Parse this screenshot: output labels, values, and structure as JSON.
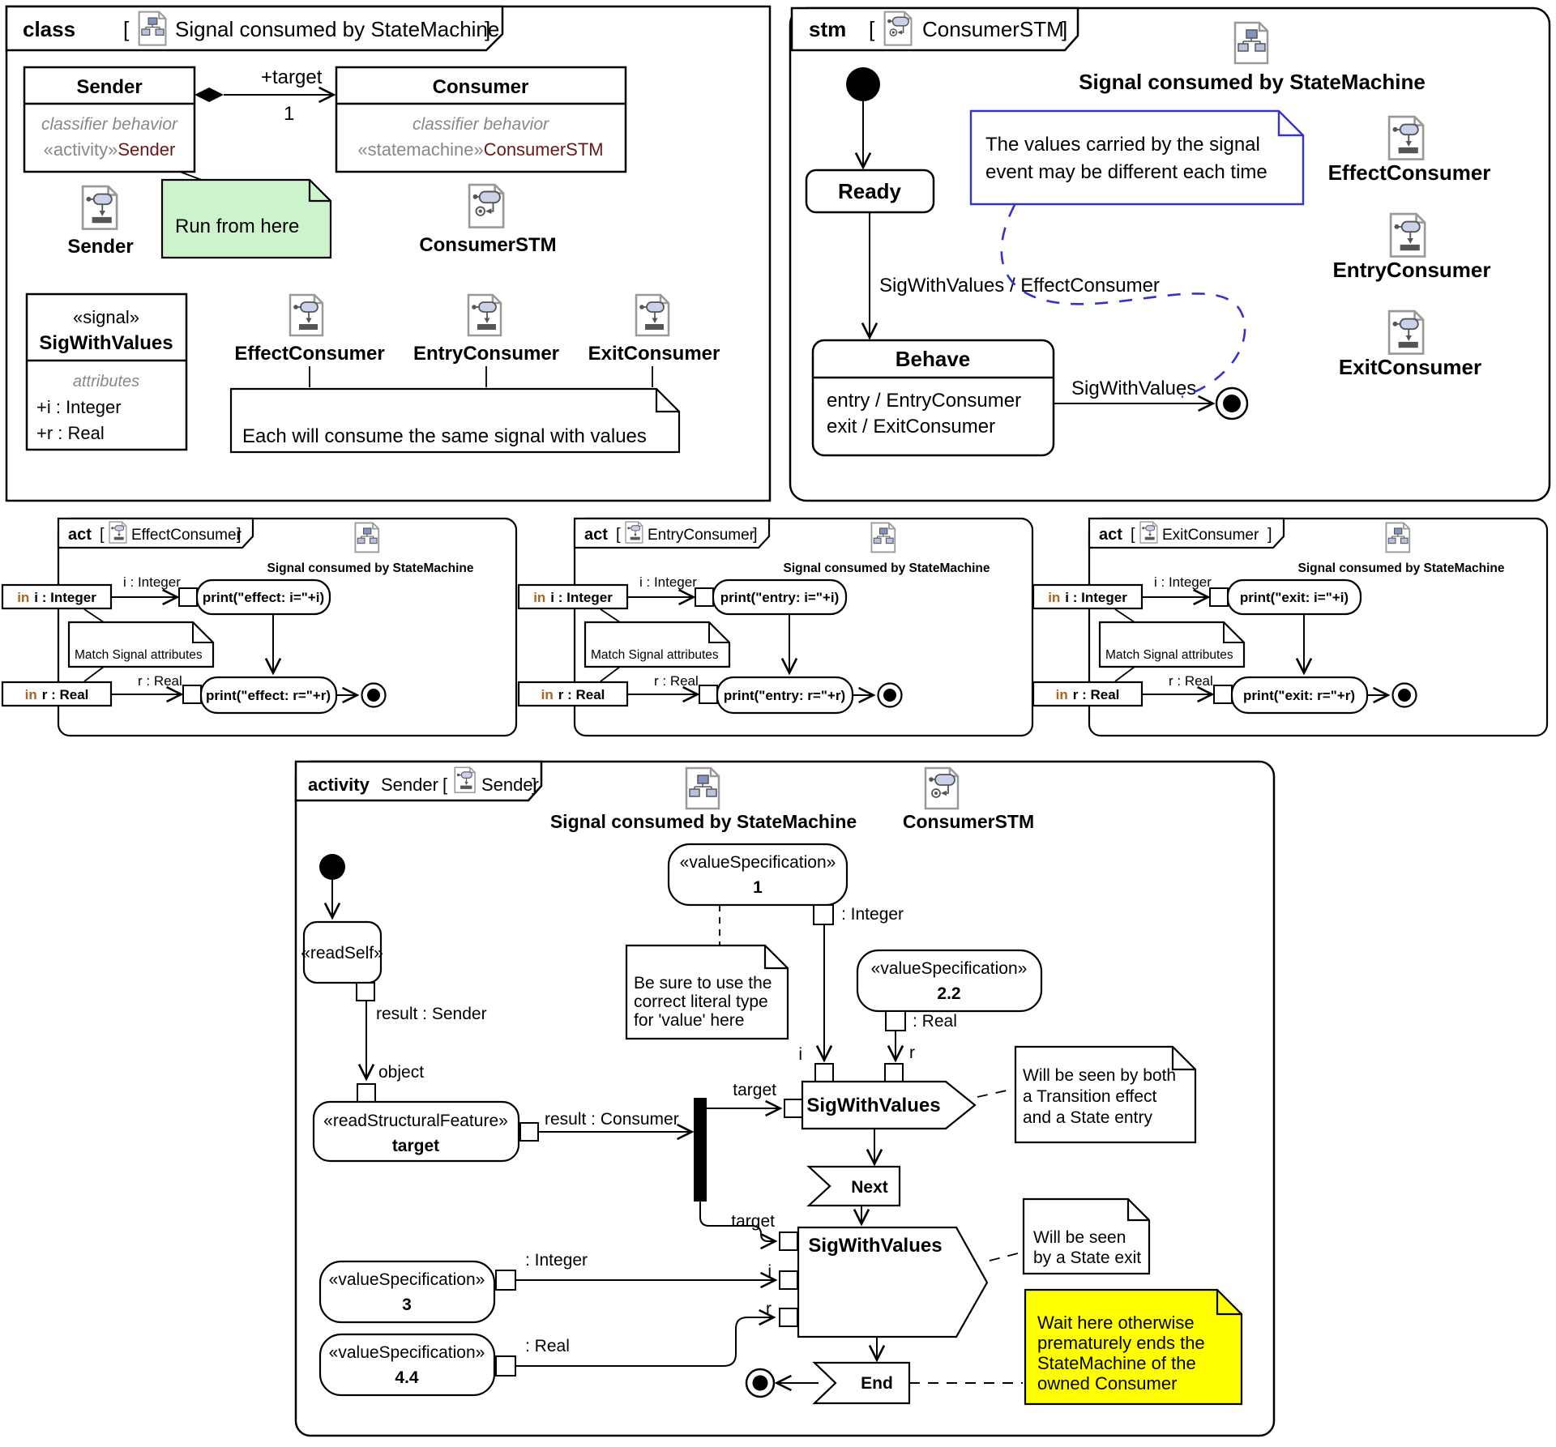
{
  "frame_syntax": {
    "open": "[",
    "close": "]"
  },
  "colors": {
    "maroon_text": "#691717",
    "gray_text": "#888888",
    "orange_keyword": "#ad6321",
    "note_green": "#ccf3cc",
    "note_yellow": "#ffff00",
    "note_blue_border": "#3333cc"
  },
  "class_diagram": {
    "kind": "class",
    "title": "Signal consumed by StateMachine",
    "sender_class": {
      "name": "Sender",
      "behavior_label": "classifier behavior",
      "stereotype": "«activity»",
      "behavior_name": "Sender"
    },
    "consumer_class": {
      "name": "Consumer",
      "behavior_label": "classifier behavior",
      "stereotype": "«statemachine»",
      "behavior_name": "ConsumerSTM"
    },
    "association": {
      "role": "+target",
      "multiplicity": "1"
    },
    "sender_artifact_label": "Sender",
    "run_note": "Run from here",
    "consumerstm_artifact_label": "ConsumerSTM",
    "signal_class": {
      "stereotype": "«signal»",
      "name": "SigWithValues",
      "compartment_label": "attributes",
      "attr_i": "+i : Integer",
      "attr_r": "+r : Real"
    },
    "artifact_labels": [
      "EffectConsumer",
      "EntryConsumer",
      "ExitConsumer"
    ],
    "consume_note": "Each will consume the same signal with values"
  },
  "stm_diagram": {
    "kind": "stm",
    "title": "ConsumerSTM",
    "package_label": "Signal consumed by StateMachine",
    "ready_state": "Ready",
    "transition_label": "SigWithValues / EffectConsumer",
    "behave_state": {
      "name": "Behave",
      "entry": "entry / EntryConsumer",
      "exit": "exit / ExitConsumer"
    },
    "final_transition_label": "SigWithValues",
    "note_line1": "The values carried by the signal",
    "note_line2": "event may be different each time",
    "artifact_labels": [
      "EffectConsumer",
      "EntryConsumer",
      "ExitConsumer"
    ]
  },
  "act_diagrams": [
    {
      "kind": "act",
      "title": "EffectConsumer",
      "package_label": "Signal consumed by StateMachine",
      "param_in": "in",
      "param_i": "i : Integer",
      "param_r": "r : Real",
      "edge_i": "i : Integer",
      "edge_r": "r : Real",
      "print_i": "print(\"effect: i=\"+i)",
      "print_r": "print(\"effect: r=\"+r)",
      "note": "Match Signal attributes"
    },
    {
      "kind": "act",
      "title": "EntryConsumer",
      "package_label": "Signal consumed by StateMachine",
      "param_in": "in",
      "param_i": "i : Integer",
      "param_r": "r : Real",
      "edge_i": "i : Integer",
      "edge_r": "r : Real",
      "print_i": "print(\"entry: i=\"+i)",
      "print_r": "print(\"entry: r=\"+r)",
      "note": "Match Signal attributes"
    },
    {
      "kind": "act",
      "title": "ExitConsumer",
      "package_label": "Signal consumed by StateMachine",
      "param_in": "in",
      "param_i": "i : Integer",
      "param_r": "r : Real",
      "edge_i": "i : Integer",
      "edge_r": "r : Real",
      "print_i": "print(\"exit: i=\"+i)",
      "print_r": "print(\"exit: r=\"+r)",
      "note": "Match Signal attributes"
    }
  ],
  "activity_diagram": {
    "kind": "activity",
    "name": "Sender",
    "title": "Sender",
    "package_label": "Signal consumed by StateMachine",
    "stm_label": "ConsumerSTM",
    "read_self": "«readSelf»",
    "edge_result_sender": "result : Sender",
    "pin_object": "object",
    "read_sf": {
      "stereotype": "«readStructuralFeature»",
      "name": "target"
    },
    "edge_result_consumer": "result : Consumer",
    "vs1": {
      "stereotype": "«valueSpecification»",
      "value": "1",
      "pin_label": ": Integer"
    },
    "vs22": {
      "stereotype": "«valueSpecification»",
      "value": "2.2",
      "pin_label": ": Real"
    },
    "vs3": {
      "stereotype": "«valueSpecification»",
      "value": "3",
      "pin_label": ": Integer"
    },
    "vs44": {
      "stereotype": "«valueSpecification»",
      "value": "4.4",
      "pin_label": ": Real"
    },
    "send1": {
      "name": "SigWithValues",
      "pin_target": "target",
      "pin_i": "i",
      "pin_r": "r"
    },
    "send2": {
      "name": "SigWithValues",
      "pin_target": "target",
      "pin_i": "i",
      "pin_r": "r"
    },
    "accept_next": "Next",
    "accept_end": "End",
    "note_literal": [
      "Be sure to use the",
      "correct literal type",
      "for 'value' here"
    ],
    "note_both": [
      "Will be seen by both",
      "a Transition effect",
      "and a State entry"
    ],
    "note_exit": [
      "Will be seen",
      "by a State exit"
    ],
    "note_wait": [
      "Wait here otherwise",
      "prematurely ends the",
      "StateMachine of the",
      "owned Consumer"
    ]
  }
}
